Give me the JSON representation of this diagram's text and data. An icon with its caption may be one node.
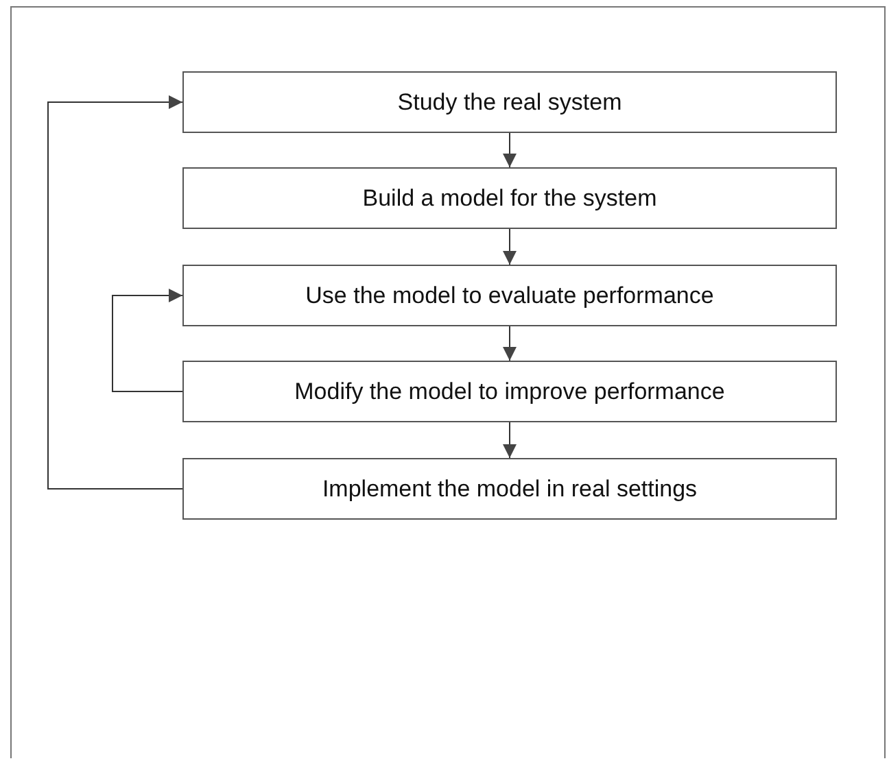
{
  "diagram": {
    "nodes": [
      {
        "text": [
          "Study the real system"
        ]
      },
      {
        "text": [
          "Build a model for the system"
        ]
      },
      {
        "text": [
          "Use the model to evaluate performance"
        ]
      },
      {
        "text": [
          "Modify the model to improve performance"
        ]
      },
      {
        "text": [
          "Implement the model in real settings"
        ]
      }
    ],
    "edges": [
      {
        "from": 0,
        "to": 1,
        "arrow": "to"
      },
      {
        "from": 1,
        "to": 2,
        "arrow": "to"
      },
      {
        "from": 2,
        "to": 3,
        "arrow": "to"
      },
      {
        "from": 3,
        "to": 4,
        "arrow": "to"
      },
      {
        "from": 3,
        "to": 2,
        "arrow": "to"
      },
      {
        "from": 4,
        "to": 0,
        "arrow": "to"
      }
    ]
  }
}
